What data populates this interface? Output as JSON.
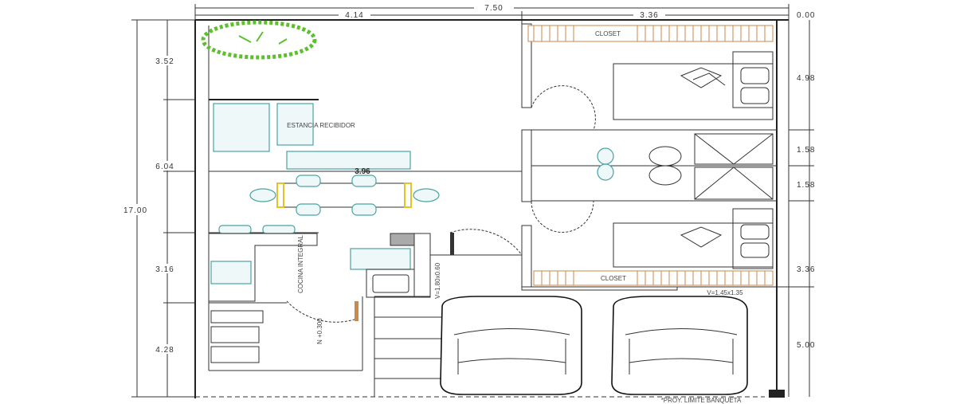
{
  "dimensions": {
    "total_width": "7.50",
    "left_width": "4.14",
    "right_width": "3.36",
    "level_zero": "0.00",
    "total_length": "17.00",
    "left_segments": [
      "3.52",
      "6.04",
      "3.16",
      "4.28"
    ],
    "right_segments": [
      "4.98",
      "1.58",
      "1.58",
      "3.36",
      "5.00"
    ],
    "dining_width": "3.96"
  },
  "labels": {
    "closet_top": "CLOSET",
    "closet_bottom": "CLOSET",
    "living": "ESTANCIA RECIBIDOR",
    "kitchen": "COCINA INTEGRAL",
    "level": "N +0.300",
    "kitchen_window": "V=1.80x0.60",
    "bedroom_window": "V=1.45x1.35",
    "sidewalk": "*PROY. LIMITE BANQUETA"
  },
  "colors": {
    "furniture": "#4aa3a3",
    "closet": "#c98a4a",
    "tree": "#5cc02a",
    "table_accent": "#e6c229"
  }
}
